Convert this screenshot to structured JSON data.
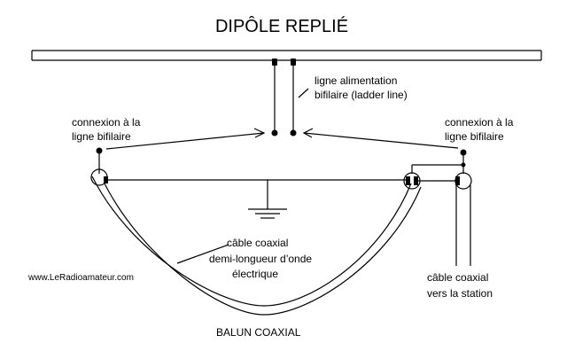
{
  "title": "DIPÔLE  REPLIÉ",
  "labels": {
    "ladder_line_1": "ligne alimentation",
    "ladder_line_2": "bifilaire (ladder line)",
    "conn_left_1": "connexion à la",
    "conn_left_2": "ligne bifilaire",
    "conn_right_1": "connexion à la",
    "conn_right_2": "ligne bifilaire",
    "coax_1": "câble coaxial",
    "coax_2": "demi-longueur d’onde",
    "coax_3": "électrique",
    "station_1": "câble coaxial",
    "station_2": "vers la station",
    "balun": "BALUN  COAXIAL",
    "website": "www.LeRadioamateur.com"
  }
}
